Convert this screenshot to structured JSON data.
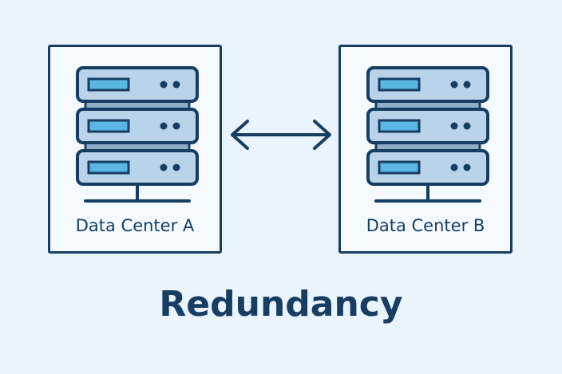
{
  "diagram": {
    "title": "Redundancy",
    "nodes": [
      {
        "label": "Data Center A",
        "icon": "server-rack-icon"
      },
      {
        "label": "Data Center B",
        "icon": "server-rack-icon"
      }
    ],
    "connector": {
      "icon": "bidirectional-arrow-icon"
    }
  },
  "colors": {
    "background": "#e9f4fd",
    "outline": "#173d63",
    "server_body": "#b9d3ea",
    "server_gap": "#8eadc9",
    "slot": "#5ab6e3"
  }
}
